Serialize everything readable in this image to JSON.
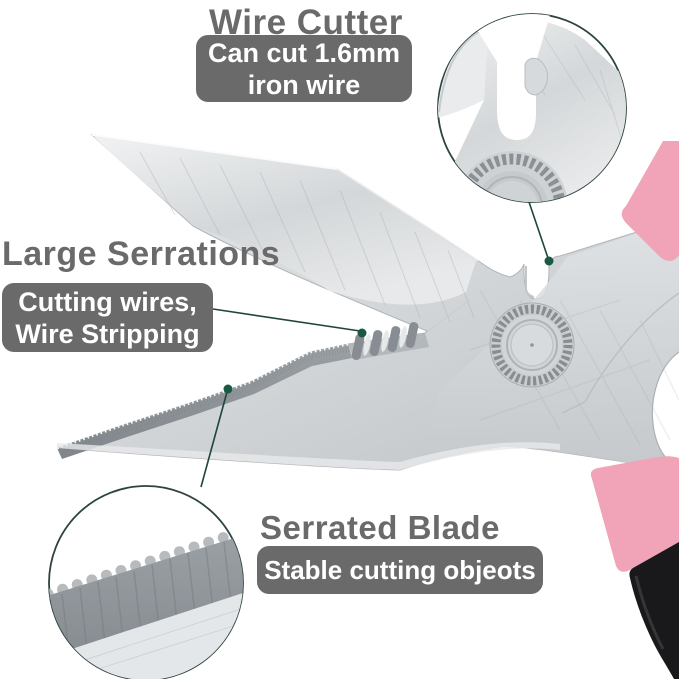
{
  "image_type": "annotated product photo",
  "product": "multifunction scissors with wire cutter",
  "background_color": "#ffffff",
  "colors": {
    "label_text": "#6a6a6a",
    "note_box_bg": "#6a6a6a",
    "note_box_text": "#ffffff",
    "callout_line": "#20453c",
    "callout_dot": "#1a5a42",
    "handle_pink": "#f1a3b8",
    "handle_black": "#19191b",
    "metal_light": "#eef0f1",
    "metal_mid": "#cfd3d5",
    "metal_dark": "#8f959a"
  },
  "annotations": {
    "wire_cutter": {
      "title": "Wire Cutter",
      "note_line1": "Can cut 1.6mm",
      "note_line2": "iron wire"
    },
    "large_serrations": {
      "title": "Large Serrations",
      "note_line1": "Cutting wires,",
      "note_line2": "Wire Stripping"
    },
    "serrated_blade": {
      "title": "Serrated Blade",
      "note": "Stable cutting objeots"
    }
  }
}
